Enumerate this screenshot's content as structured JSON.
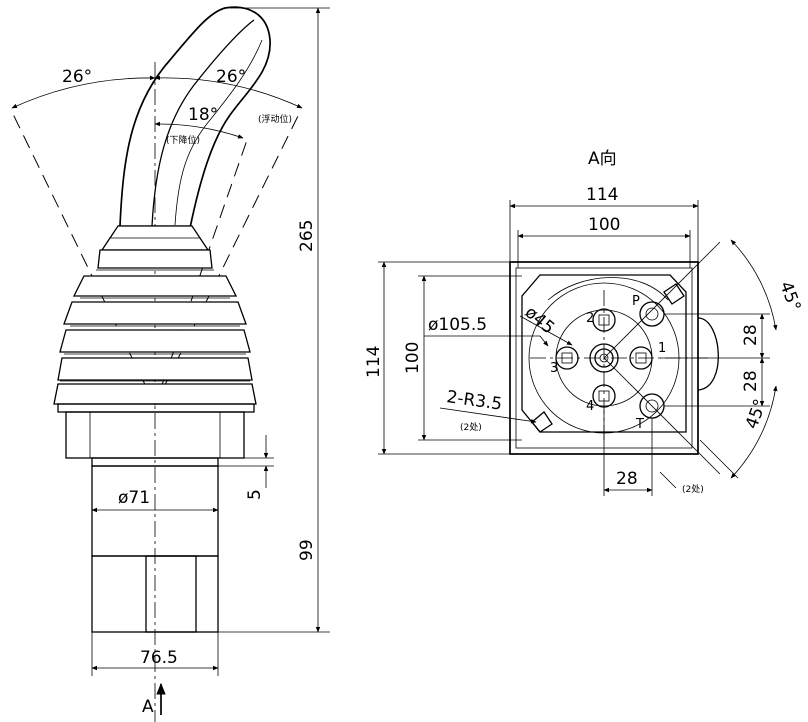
{
  "side_view": {
    "angle_left": "26°",
    "angle_right": "26°",
    "angle_inner": "18°",
    "note_float": "(浮动位)",
    "note_down": "(下降位)",
    "height_total": "265",
    "dim_5": "5",
    "diameter_71": "ø71",
    "height_99": "99",
    "width_76_5": "76.5",
    "view_arrow_label": "A"
  },
  "plan_view": {
    "title": "A向",
    "width_114": "114",
    "width_100": "100",
    "height_114": "114",
    "height_100": "100",
    "diameter_105_5": "ø105.5",
    "diameter_45": "ø45",
    "radius_note": "2-R3.5",
    "count_note_left": "(2处)",
    "count_note_right": "(2处)",
    "dim_28_top": "28",
    "dim_28_mid": "28",
    "dim_28_bottom": "28",
    "angle_45_top": "45°",
    "angle_45_bottom": "45°",
    "port_P": "P",
    "port_1": "1",
    "port_2": "2",
    "port_3": "3",
    "port_4": "4",
    "port_T": "T"
  }
}
